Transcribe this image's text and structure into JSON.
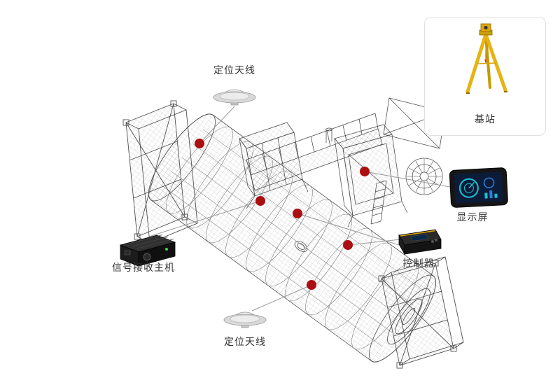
{
  "diagram": {
    "labels": {
      "antenna_top": "定位天线",
      "antenna_bottom": "定位天线",
      "base_station": "基站",
      "display": "显示屏",
      "controller": "控制器",
      "receiver": "信号接收主机"
    },
    "colors": {
      "marker_red": "#ab0f12",
      "leader_line": "#999999",
      "wireframe_gray": "#4f4f4f",
      "tripod_yellow": "#e6b312",
      "screen_teal": "#19c2d2",
      "panel_border": "#e0e0e0",
      "label_text": "#333333"
    },
    "icons": {
      "antenna": "gnss-dome-antenna-icon",
      "base_station": "surveying-tripod-icon",
      "display": "dashboard-screen-icon",
      "controller": "controller-box-icon",
      "receiver": "receiver-unit-icon",
      "marker": "red-marker-dot"
    }
  }
}
